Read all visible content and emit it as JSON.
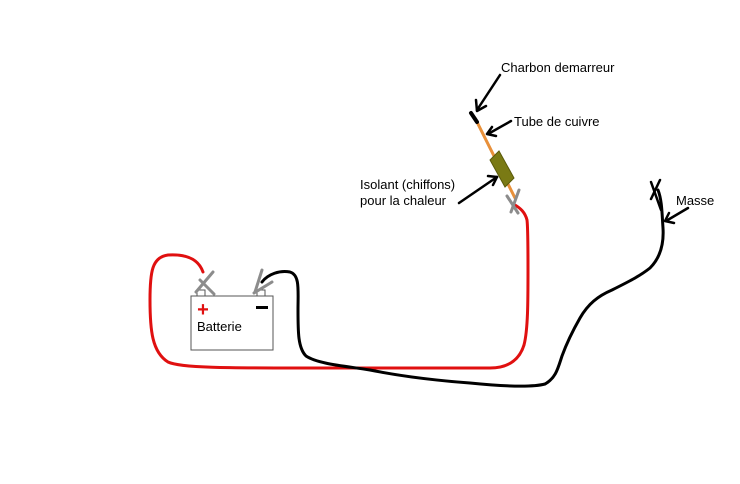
{
  "labels": {
    "charbon": "Charbon demarreur",
    "tube": "Tube de cuivre",
    "isolant_line1": "Isolant (chiffons)",
    "isolant_line2": "pour la chaleur",
    "masse": "Masse",
    "batterie": "Batterie",
    "plus": "+",
    "minus": "−"
  },
  "colors": {
    "positive_wire": "#e01010",
    "ground_wire": "#000000",
    "clamp": "#8c8c8c",
    "copper_tube": "#e8903a",
    "insulation": "#7a7a14",
    "arrow": "#000000",
    "battery_outline": "#555555"
  },
  "icons": {
    "positive_clamp": "crocodile-clip-icon",
    "negative_clamp": "crocodile-clip-icon",
    "electrode_clamp": "crocodile-clip-icon",
    "ground_point": "cross-marker-icon"
  }
}
